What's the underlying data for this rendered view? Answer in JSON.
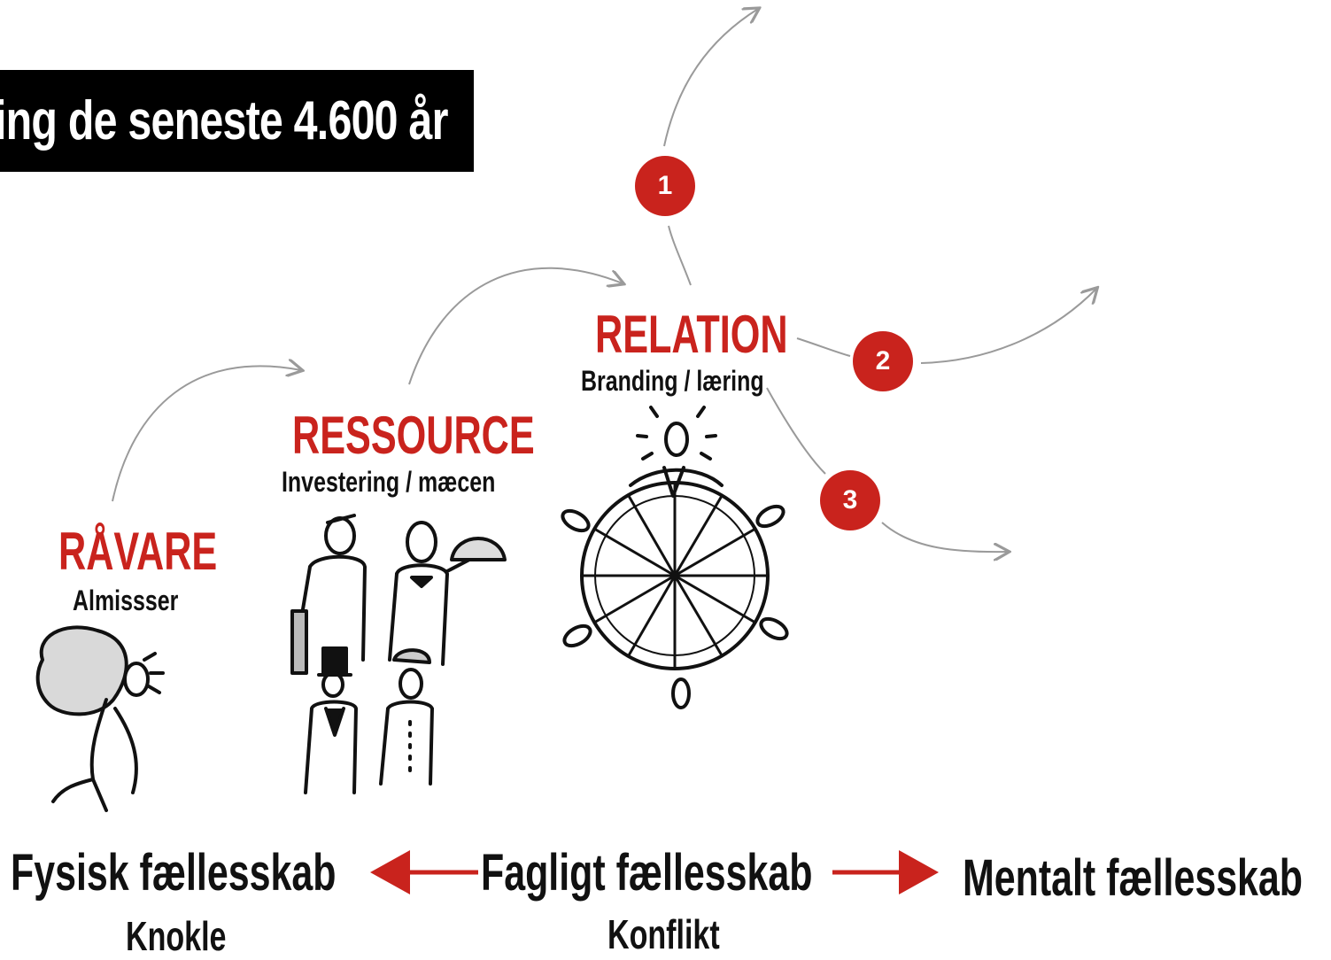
{
  "header": {
    "title": "ing de seneste 4.600 år"
  },
  "stages": {
    "ravare": {
      "title": "RÅVARE",
      "subtitle": "Almissser"
    },
    "ressource": {
      "title": "RESSOURCE",
      "subtitle": "Investering / mæcen"
    },
    "relation": {
      "title": "RELATION",
      "subtitle": "Branding / læring"
    }
  },
  "badges": [
    "1",
    "2",
    "3"
  ],
  "bottom": {
    "left": {
      "title": "Fysisk fællesskab",
      "subtitle": "Knokle"
    },
    "center": {
      "title": "Fagligt fællesskab",
      "subtitle": "Konflikt"
    },
    "right": {
      "title": "Mentalt fællesskab"
    }
  },
  "colors": {
    "accent": "#c9231d",
    "text": "#111111",
    "title_bar": "#000000",
    "connector": "#9a9a9a"
  },
  "icons": [
    "person-carrying-sack-icon",
    "service-staff-group-icon",
    "leader-with-wheel-team-icon"
  ]
}
